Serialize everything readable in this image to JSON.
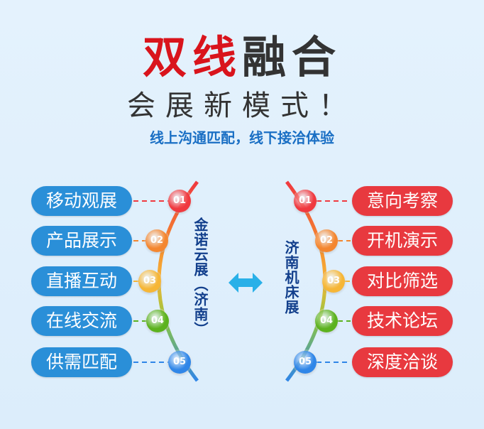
{
  "title": {
    "part_red": "双线",
    "part_dark": "融合"
  },
  "subtitle": "会展新模式！",
  "tagline": "线上沟通匹配，线下接洽体验",
  "left": {
    "label": "金诺云展（济南）",
    "items": [
      {
        "num": "01",
        "text": "移动观展",
        "color": "#f0393f"
      },
      {
        "num": "02",
        "text": "产品展示",
        "color": "#f4862f"
      },
      {
        "num": "03",
        "text": "直播互动",
        "color": "#f6b636"
      },
      {
        "num": "04",
        "text": "在线交流",
        "color": "#5cb21e"
      },
      {
        "num": "05",
        "text": "供需匹配",
        "color": "#2f86e8"
      }
    ]
  },
  "right": {
    "label": "济南机床展",
    "items": [
      {
        "num": "01",
        "text": "意向考察",
        "color": "#f0393f"
      },
      {
        "num": "02",
        "text": "开机演示",
        "color": "#f4862f"
      },
      {
        "num": "03",
        "text": "对比筛选",
        "color": "#f6b636"
      },
      {
        "num": "04",
        "text": "技术论坛",
        "color": "#5cb21e"
      },
      {
        "num": "05",
        "text": "深度洽谈",
        "color": "#2f86e8"
      }
    ]
  },
  "colors": {
    "left_pill": "#2a8fd8",
    "right_pill": "#e8393f",
    "arrow": "#29b0e8"
  }
}
